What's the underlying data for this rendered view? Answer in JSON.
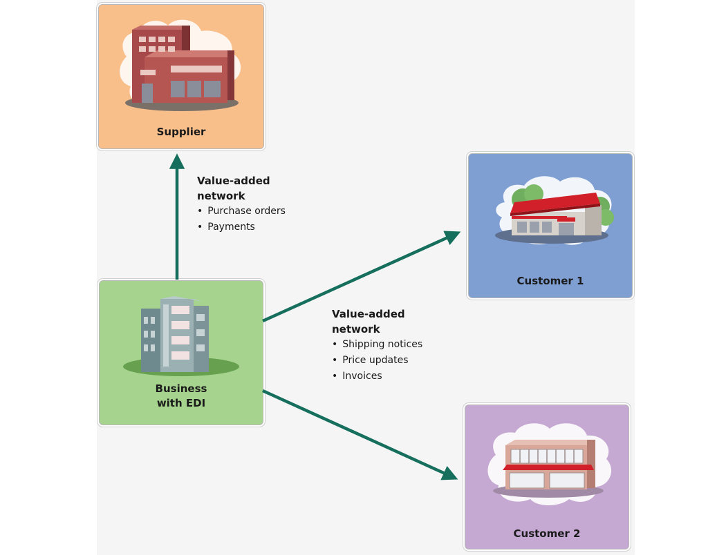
{
  "nodes": {
    "supplier": {
      "label": "Supplier"
    },
    "customer1": {
      "label": "Customer 1"
    },
    "customer2": {
      "label": "Customer 2"
    },
    "business": {
      "label_line1": "Business",
      "label_line2": "with EDI"
    }
  },
  "connections": {
    "to_supplier": {
      "title_line1": "Value-added",
      "title_line2": "network",
      "items": [
        "Purchase orders",
        "Payments"
      ]
    },
    "to_customers": {
      "title_line1": "Value-added",
      "title_line2": "network",
      "items": [
        "Shipping notices",
        "Price updates",
        "Invoices"
      ]
    }
  },
  "colors": {
    "supplier_bg": "#f9bf8b",
    "customer1_bg": "#7f9fd3",
    "business_bg": "#a6d48f",
    "customer2_bg": "#c6a9d3",
    "arrow": "#166f5c"
  }
}
